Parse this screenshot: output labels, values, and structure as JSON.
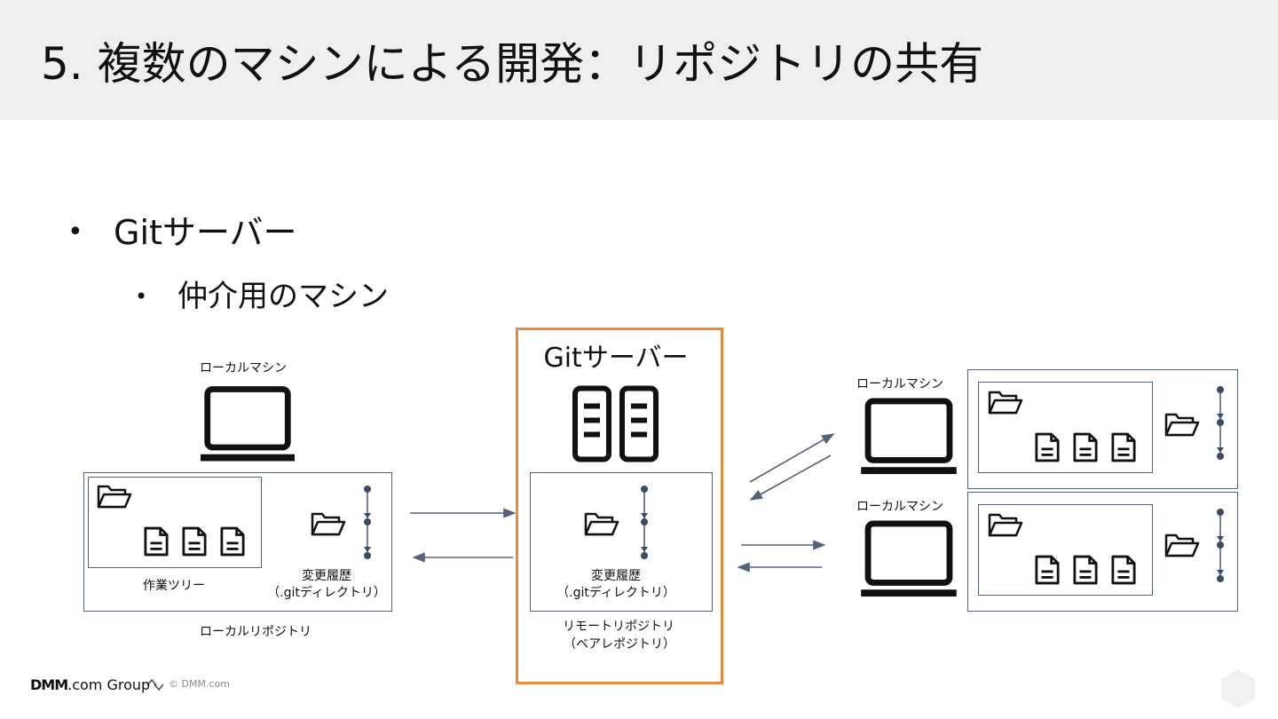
{
  "header": {
    "title": "5.  複数のマシンによる開発：リポジトリの共有"
  },
  "bullets": {
    "level1": "Gitサーバー",
    "level2": "仲介用のマシン",
    "dot": "•"
  },
  "diagram": {
    "left": {
      "machine_label": "ローカルマシン",
      "working_tree_label": "作業ツリー",
      "history_label_1": "変更履歴",
      "history_label_2": "（.gitディレクトリ）",
      "repo_label": "ローカルリポジトリ"
    },
    "server": {
      "title": "Gitサーバー",
      "history_label_1": "変更履歴",
      "history_label_2": "（.gitディレクトリ）",
      "repo_label_1": "リモートリポジトリ",
      "repo_label_2": "（ベアレポジトリ）"
    },
    "right_top": {
      "machine_label": "ローカルマシン"
    },
    "right_bottom": {
      "machine_label": "ローカルマシン"
    },
    "colors": {
      "line": "#56627a",
      "server_border": "#e98a3c",
      "icon": "#111111"
    }
  },
  "footer": {
    "brand": "DMM",
    "brand_suffix": ".com Group",
    "copyright": "© DMM.com"
  }
}
